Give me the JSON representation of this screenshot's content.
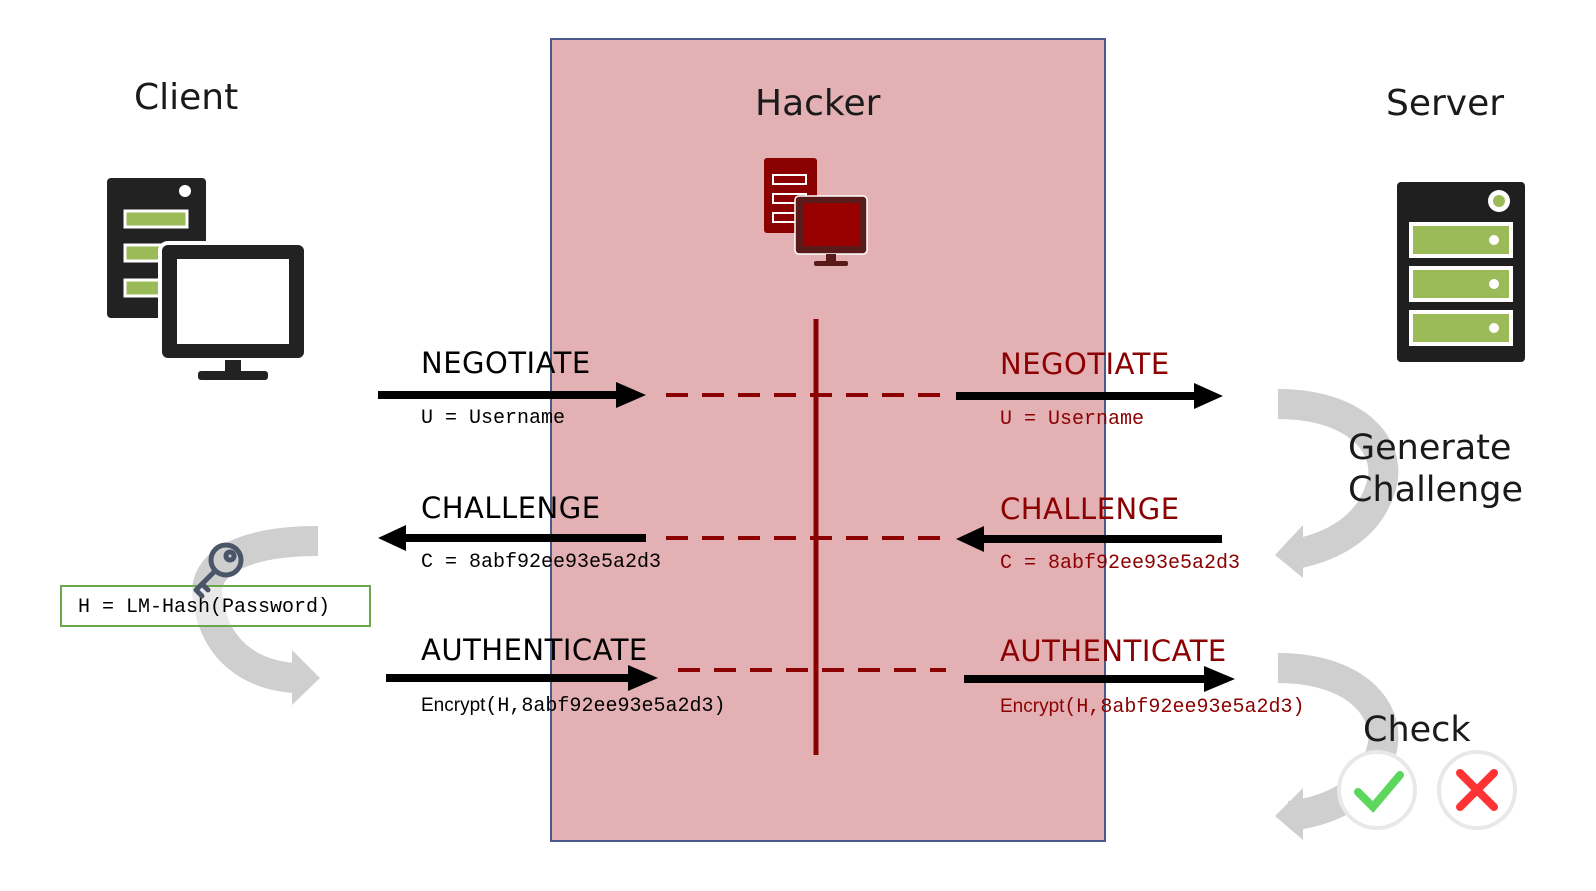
{
  "actors": {
    "client": "Client",
    "hacker": "Hacker",
    "server": "Server"
  },
  "client_side": {
    "negotiate": {
      "label": "NEGOTIATE",
      "param": "U = Username"
    },
    "challenge": {
      "label": "CHALLENGE",
      "param": "C = 8abf92ee93e5a2d3"
    },
    "authenticate": {
      "label": "AUTHENTICATE",
      "prefix": "Encrypt",
      "param": "(H,8abf92ee93e5a2d3)"
    },
    "hash_box": "H = LM-Hash(Password)"
  },
  "server_side": {
    "negotiate": {
      "label": "NEGOTIATE",
      "param": "U = Username"
    },
    "challenge": {
      "label": "CHALLENGE",
      "param": "C = 8abf92ee93e5a2d3"
    },
    "authenticate": {
      "label": "AUTHENTICATE",
      "prefix": "Encrypt",
      "param": "(H,8abf92ee93e5a2d3)"
    },
    "generate_line1": "Generate",
    "generate_line2": "Challenge",
    "check": "Check"
  },
  "icons": {
    "client": "client-computer-icon",
    "hacker": "hacker-computer-icon",
    "server": "server-icon",
    "key": "key-icon",
    "check": "check-icon",
    "cross": "cross-icon"
  },
  "colors": {
    "hacker_zone": "#c05057",
    "hacker_red": "#8b0000",
    "server_green": "#9bbb59",
    "hash_box_border": "#6aa84f",
    "check_green": "#5cd65c",
    "cross_red": "#ff3333"
  }
}
